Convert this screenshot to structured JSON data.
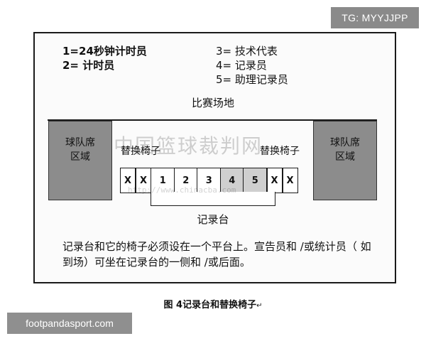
{
  "overlays": {
    "telegram_tag": "TG: MYYJJPP",
    "site_watermark": "footpandasport.com"
  },
  "legend": {
    "left": [
      "1=24秒钟计时员",
      "2= 计时员"
    ],
    "right": [
      "3= 技术代表",
      "4= 记录员",
      "5= 助理记录员"
    ]
  },
  "diagram": {
    "court_label": "比赛场地",
    "bench_left": [
      "球队席",
      "区域"
    ],
    "bench_right": [
      "球队席",
      "区域"
    ],
    "sub_label_left": "替换椅子",
    "sub_label_right": "替换椅子",
    "seats_left_x": [
      "X",
      "X"
    ],
    "seats_numbered": [
      "1",
      "2",
      "3",
      "4",
      "5"
    ],
    "seats_right_x": [
      "X",
      "X"
    ],
    "table_label": "记录台",
    "watermark_cn": "中国篮球裁判网",
    "watermark_url": "http://www.chinacba.com"
  },
  "rule_text": "记录台和它的椅子必须设在一个平台上。宣告员和 /或统计员（ 如到场）可坐在记录台的一侧和 /或后面。",
  "caption": {
    "text": "图 4记录台和替换椅子",
    "mark": "↵"
  }
}
